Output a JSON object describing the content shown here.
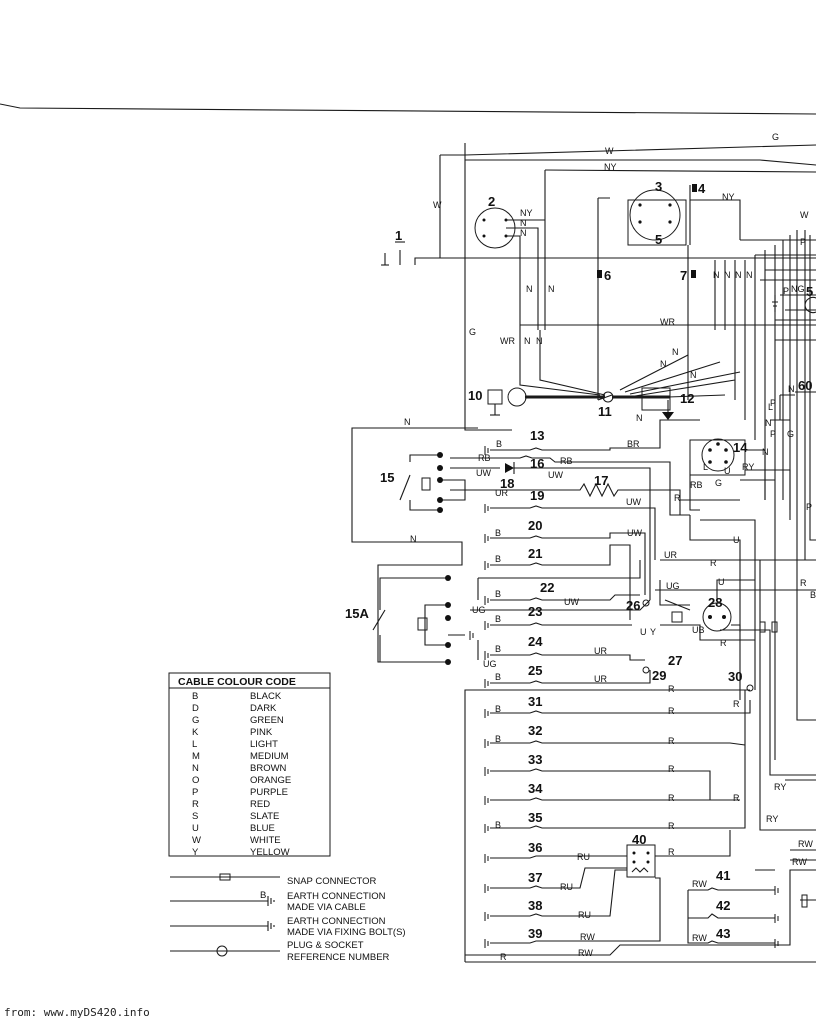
{
  "components": [
    "1",
    "2",
    "3",
    "4",
    "5",
    "6",
    "7",
    "10",
    "11",
    "12",
    "13",
    "14",
    "15",
    "15A",
    "16",
    "17",
    "18",
    "19",
    "20",
    "21",
    "22",
    "23",
    "24",
    "25",
    "26",
    "27",
    "28",
    "29",
    "30",
    "31",
    "32",
    "33",
    "34",
    "35",
    "36",
    "37",
    "38",
    "39",
    "40",
    "41",
    "42",
    "43",
    "5",
    "60"
  ],
  "wire_labels": {
    "g_top": "G",
    "w_top": "W",
    "ny_top": "NY",
    "w_left": "W",
    "ny_2": "NY",
    "n_2a": "N",
    "n_2b": "N",
    "ny_4": "NY",
    "w_r": "W",
    "p_r": "P",
    "n_l1": "N",
    "n_l2": "N",
    "n_r1": "N",
    "n_r2": "N",
    "n_r3": "N",
    "n_r4": "N",
    "p_ng": "P",
    "ng": "NG",
    "g_mid": "G",
    "wr": "WR",
    "wr_l": "WR",
    "n_m1": "N",
    "n_m2": "N",
    "n_a": "N",
    "n_b": "N",
    "n_c": "N",
    "n_d": "N",
    "n_left": "N",
    "b_13": "B",
    "br": "BR",
    "rb_13": "RB",
    "rb_16": "RB",
    "uw_16": "UW",
    "uw_18": "UW",
    "ur_18": "UR",
    "uw_19": "UW",
    "b_20": "B",
    "uw_20": "UW",
    "b_21": "B",
    "ur_21": "UR",
    "n_mid": "N",
    "ug_23": "UG",
    "uw_22": "UW",
    "b_22": "B",
    "b_23": "B",
    "ug_26": "UG",
    "u_27": "U",
    "y_27": "Y",
    "ub": "UB",
    "b_24": "B",
    "ur_24": "UR",
    "ug_25": "UG",
    "b_25": "B",
    "ur_25": "UR",
    "r_29": "R",
    "rb_14": "RB",
    "g_14": "G",
    "ry_14": "RY",
    "u_14": "U",
    "l_14": "L",
    "n_14": "N",
    "r_14": "R",
    "u_r": "U",
    "r_mid": "R",
    "r_mid2": "R",
    "ry_r": "RY",
    "ry_r2": "RY",
    "r_31": "R",
    "r_31b": "R",
    "b_31": "B",
    "r_32": "R",
    "b_32": "B",
    "r_33": "R",
    "r_34": "R",
    "r_34b": "R",
    "b_35": "B",
    "r_35": "R",
    "ru_36": "RU",
    "r_36": "R",
    "ru_37": "RU",
    "ru_38": "RU",
    "rw_39": "RW",
    "rw_39b": "RW",
    "r_39": "R",
    "rw_41": "RW",
    "rw_41b": "RW",
    "rw_43": "RW",
    "rw_r": "RW",
    "n_60": "N",
    "l_r": "L",
    "n_rr": "N",
    "p_rr": "P",
    "g_rr": "G",
    "p_r3": "P",
    "p_r4": "P",
    "r_r5": "R",
    "u_r6": "U",
    "b_r7": "B"
  },
  "legend": {
    "title": "CABLE COLOUR CODE",
    "rows": [
      {
        "code": "B",
        "name": "BLACK"
      },
      {
        "code": "D",
        "name": "DARK"
      },
      {
        "code": "G",
        "name": "GREEN"
      },
      {
        "code": "K",
        "name": "PINK"
      },
      {
        "code": "L",
        "name": "LIGHT"
      },
      {
        "code": "M",
        "name": "MEDIUM"
      },
      {
        "code": "N",
        "name": "BROWN"
      },
      {
        "code": "O",
        "name": "ORANGE"
      },
      {
        "code": "P",
        "name": "PURPLE"
      },
      {
        "code": "R",
        "name": "RED"
      },
      {
        "code": "S",
        "name": "SLATE"
      },
      {
        "code": "U",
        "name": "BLUE"
      },
      {
        "code": "W",
        "name": "WHITE"
      },
      {
        "code": "Y",
        "name": "YELLOW"
      }
    ]
  },
  "key": {
    "snap": "SNAP CONNECTOR",
    "earth_cable_1": "EARTH CONNECTION",
    "earth_cable_2": "MADE VIA CABLE",
    "earth_cable_b": "B",
    "earth_bolt_1": "EARTH CONNECTION",
    "earth_bolt_2": "MADE VIA FIXING BOLT(S)",
    "plug_1": "PLUG & SOCKET",
    "plug_2": "REFERENCE NUMBER"
  },
  "footer": "from: www.myDS420.info"
}
